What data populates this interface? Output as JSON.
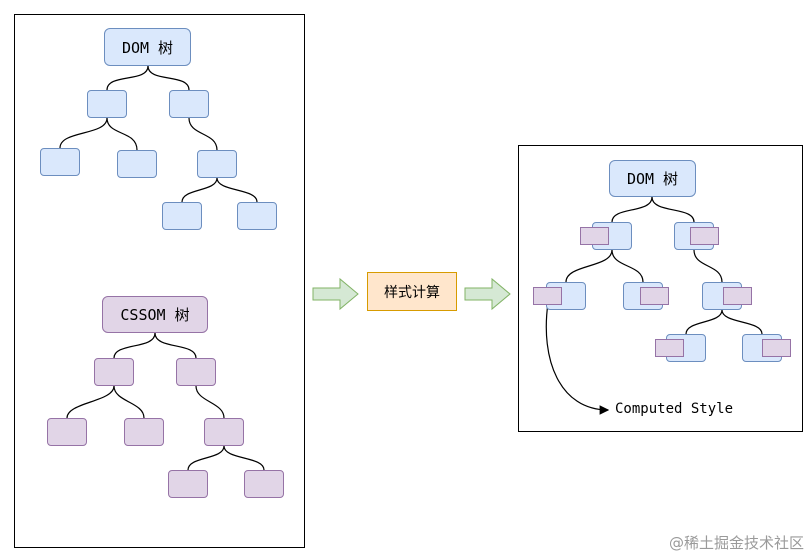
{
  "left_panel": {
    "dom_tree_title": "DOM 树",
    "cssom_tree_title": "CSSOM 树"
  },
  "process": {
    "label": "样式计算"
  },
  "right_panel": {
    "dom_tree_title": "DOM 树",
    "computed_style_label": "Computed Style"
  },
  "watermark": "@稀土掘金技术社区",
  "colors": {
    "dom_fill": "#dae8fc",
    "dom_stroke": "#6c8ebf",
    "cssom_fill": "#e1d5e7",
    "cssom_stroke": "#9673a6",
    "process_fill": "#ffe6cc",
    "process_stroke": "#d79b00",
    "arrow_fill": "#d5e8d4",
    "arrow_stroke": "#82b366"
  }
}
